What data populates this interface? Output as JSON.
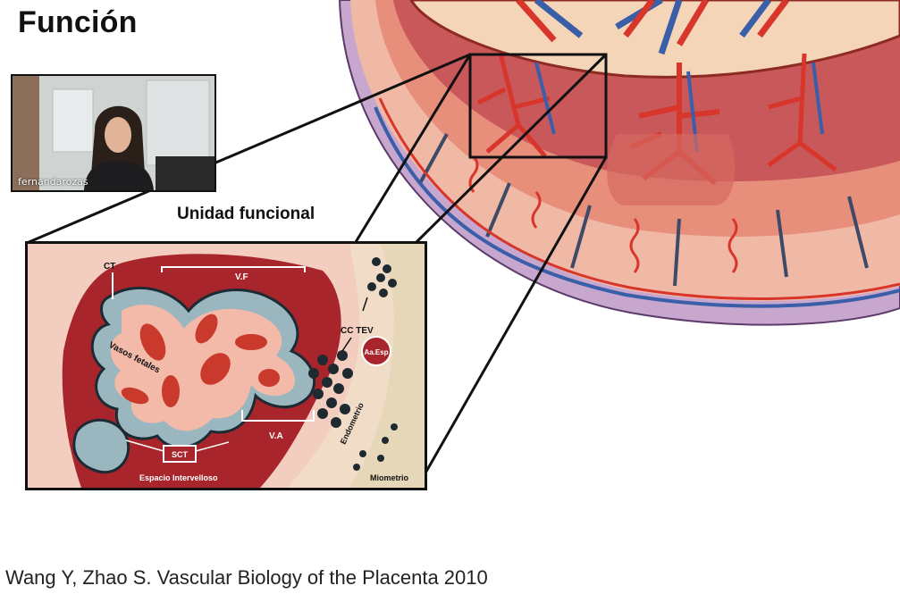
{
  "slide": {
    "title": "Función",
    "subtitle": "Unidad funcional",
    "citation": "Wang Y, Zhao S. Vascular Biology of the Placenta 2010"
  },
  "webcam": {
    "participant_name": "fernandarozas"
  },
  "figure_labels": {
    "ct": "CT",
    "vf": "V.F",
    "cc_tev": "CC TEV",
    "aa_esp": "Aa.Esp",
    "vasos_fetales": "Vasos fetales",
    "sct": "SCT",
    "va": "V.A",
    "espacio_intervelloso": "Espacio Intervelloso",
    "endometrio": "Endometrio",
    "miometrio": "Miometrio"
  },
  "colors": {
    "maternal_red": "#a8262b",
    "vein_blue": "#3b5ea8",
    "artery_red": "#d8352b",
    "tissue_pink": "#f2c9bd",
    "trophoblast_teal": "#9ab7bf"
  }
}
